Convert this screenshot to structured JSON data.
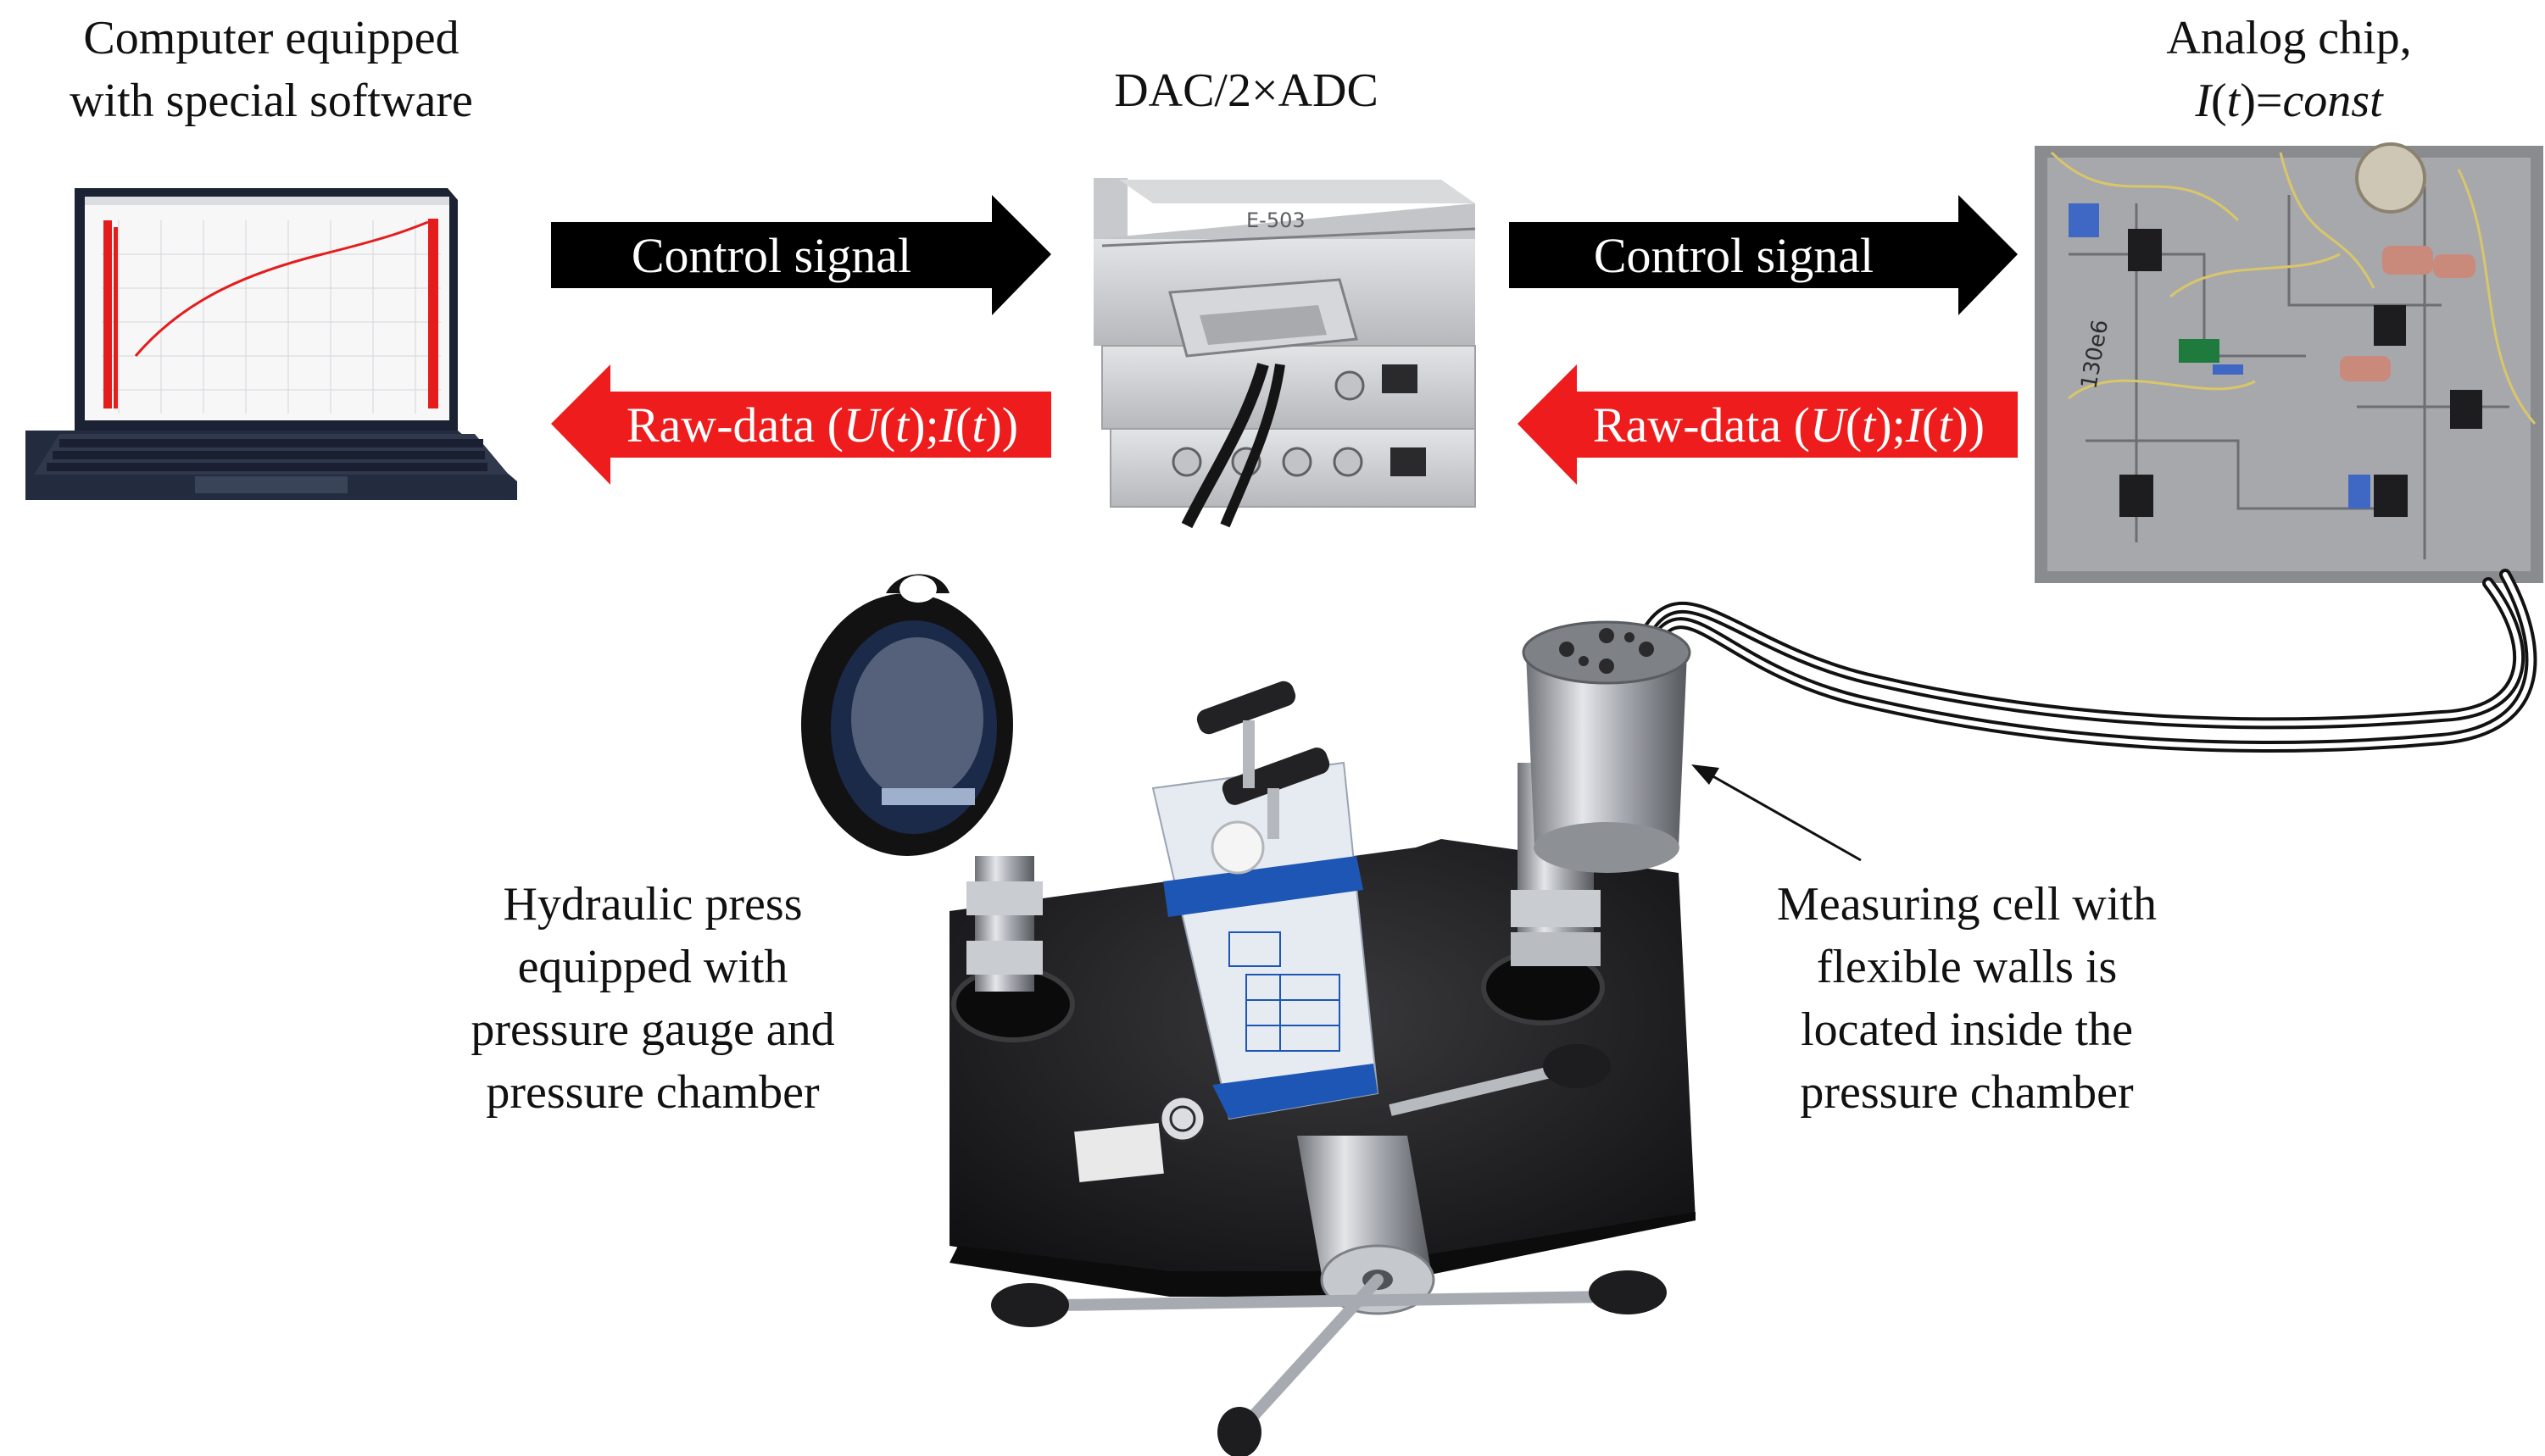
{
  "labels": {
    "computer": [
      "Computer equipped",
      "with special software"
    ],
    "dac": "DAC/2×ADC",
    "chip_line1": "Analog chip,",
    "chip_line2": {
      "i": "I",
      "open": "(",
      "t": "t",
      "close": ")",
      "eq": "=",
      "const": "const"
    },
    "press": [
      "Hydraulic press",
      "equipped with",
      "pressure gauge and",
      "pressure chamber"
    ],
    "cell": [
      "Measuring cell with",
      "flexible walls is",
      "located inside the",
      "pressure chamber"
    ]
  },
  "arrows": {
    "control": "Control signal",
    "raw": {
      "prefix": "Raw-data (",
      "u": "U",
      "t1": "t",
      "mid": "); ",
      "i": "I",
      "t2": "t",
      "suffix": "))"
    }
  },
  "colors": {
    "black_arrow": "#000000",
    "red_arrow": "#ee1c1c",
    "chip_board": "#8e8f93",
    "press_base": "#1c1c1e",
    "label_panel": "#c9d7ea",
    "label_band": "#1d56b4",
    "metal": "#b9bcc1"
  },
  "icons": [
    "laptop-icon",
    "daq-device-icon",
    "circuit-board-icon",
    "hydraulic-press-icon",
    "pressure-gauge-icon",
    "measuring-cell-icon",
    "cable-icon"
  ]
}
